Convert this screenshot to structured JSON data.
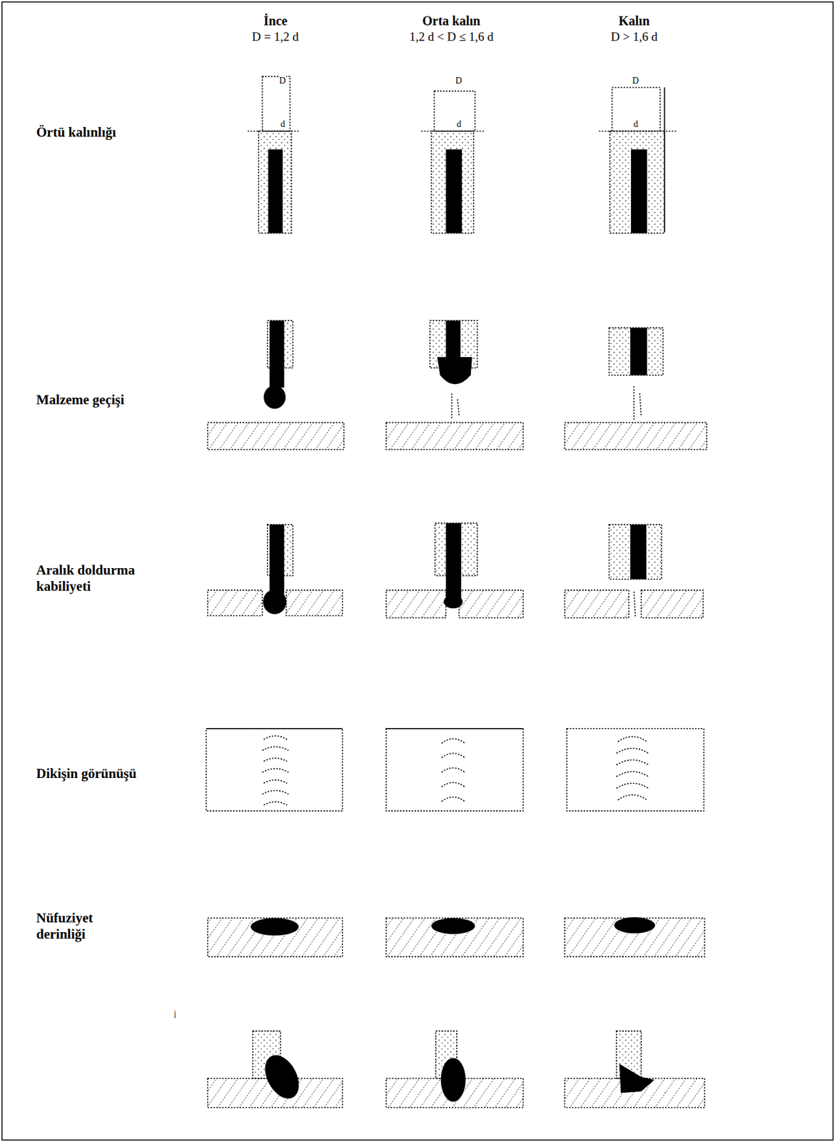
{
  "diagram": {
    "labels": [
      "İnce",
      "D = 1,2 d",
      "Orta kalın",
      "1,2 d < D ≤ 1,6 d",
      "Kalın",
      "D > 1,6 d",
      "Örtü kalınlığı",
      "Malzeme geçişi",
      "Aralık doldurma kabiliyeti",
      "Dikişin görünüşü",
      "Nüfuziyet derinliği",
      "D",
      "d",
      "D",
      "d",
      "D",
      "d",
      "i"
    ]
  }
}
